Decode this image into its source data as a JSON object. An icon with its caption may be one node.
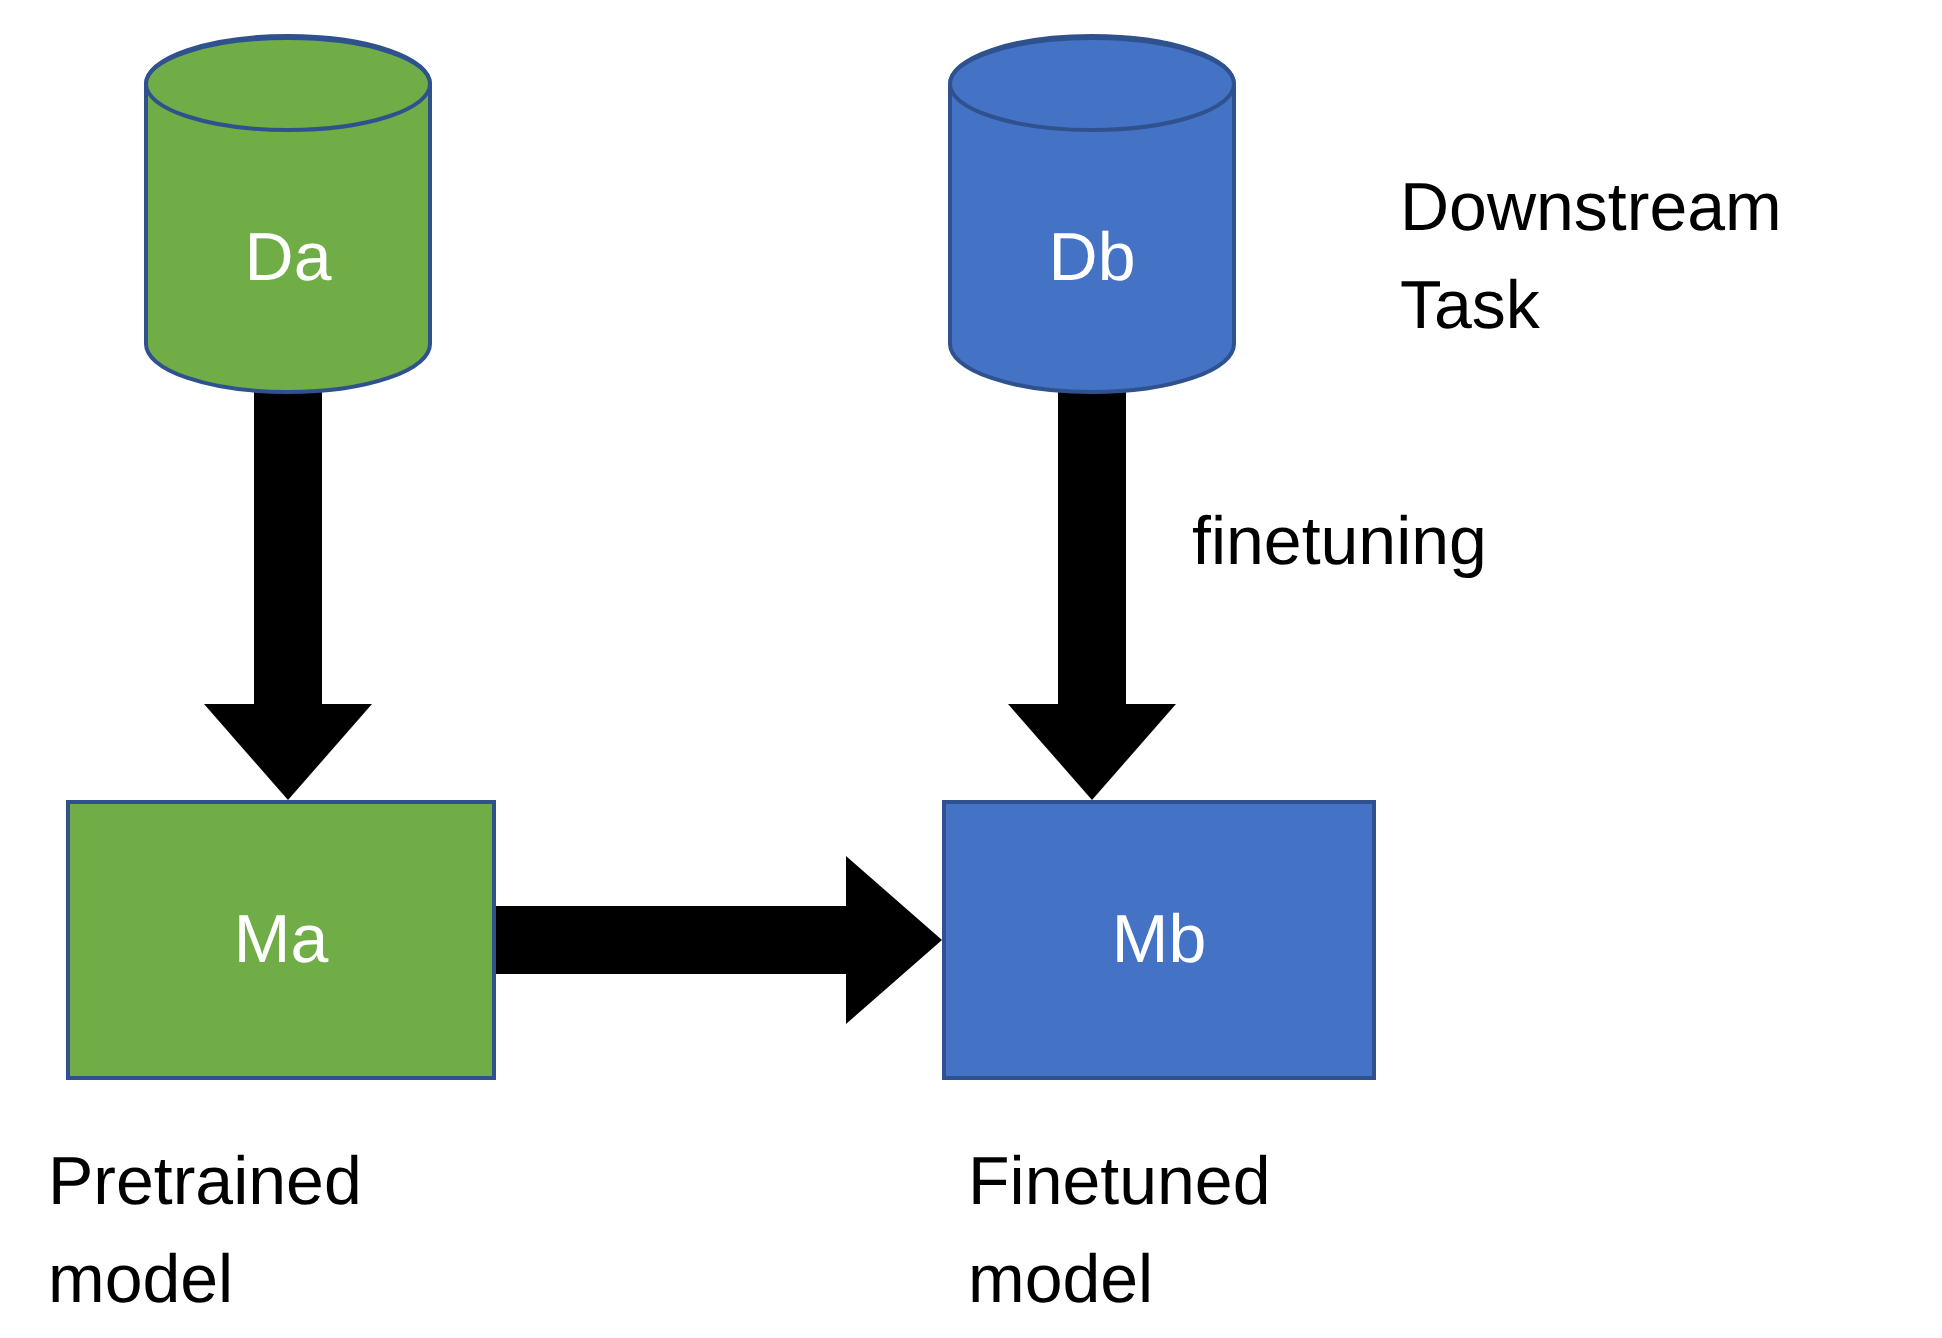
{
  "diagram": {
    "nodes": [
      {
        "text": [
          "Da"
        ]
      },
      {
        "text": [
          "Db"
        ],
        "beside": [
          "Downstream Task"
        ]
      },
      {
        "text": [
          "Ma"
        ],
        "beside": [
          "Pretrained model"
        ]
      },
      {
        "text": [
          "Mb"
        ],
        "beside": [
          "Finetuned model"
        ]
      }
    ],
    "edges": [
      {
        "from": 0,
        "to": 2,
        "arrow": "to"
      },
      {
        "from": 1,
        "to": 3,
        "arrow": "to",
        "label": "finetuning"
      },
      {
        "from": 2,
        "to": 3,
        "arrow": "to"
      }
    ]
  }
}
